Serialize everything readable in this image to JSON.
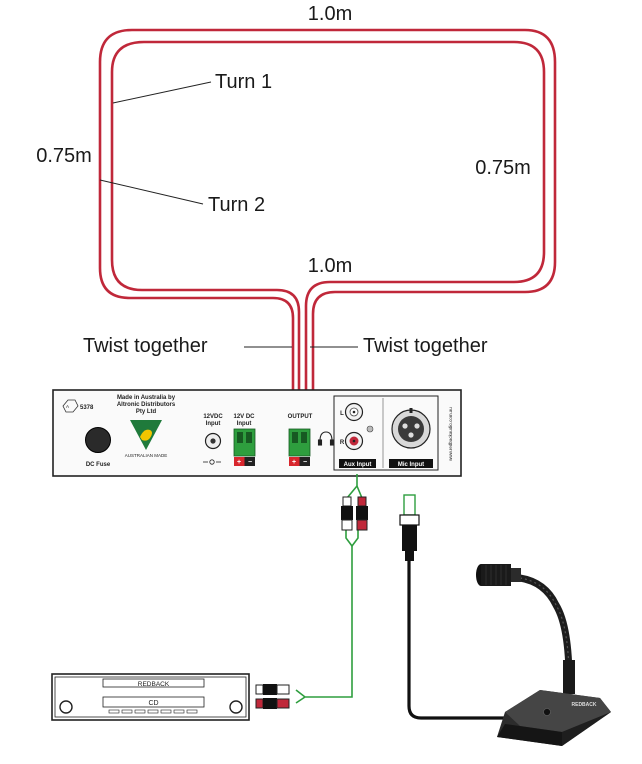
{
  "loop": {
    "top_length": "1.0m",
    "inner_length": "1.0m",
    "left_length": "0.75m",
    "right_length": "0.75m",
    "turn1_label": "Turn 1",
    "turn2_label": "Turn 2",
    "twist_left_label": "Twist together",
    "twist_right_label": "Twist together",
    "wire_color": "#c0283a"
  },
  "amplifier": {
    "cert_number": "5378",
    "made_in_line1": "Made in Australia by",
    "made_in_line2": "Altronic Distributors",
    "made_in_line3": "Pty Ltd",
    "aus_made_text": "AUSTRALIAN MADE",
    "fuse_label": "DC Fuse",
    "dc_input_line1": "12VDC",
    "dc_input_line2": "Input",
    "dc_term_line1": "12V DC",
    "dc_term_line2": "Input",
    "output_label": "OUTPUT",
    "aux_label": "Aux Input",
    "mic_label": "Mic Input",
    "aux_l": "L",
    "aux_r": "R",
    "website": "www.redbackaudio.com.au",
    "terminal_color": "#2e9e3e",
    "rca_l_color": "#dddddd",
    "rca_r_color": "#c0283a"
  },
  "cd_player": {
    "brand": "REDBACK",
    "tray_label": "CD"
  },
  "microphone": {
    "brand": "REDBACK"
  },
  "cable_colors": {
    "aux_cable": "#2e9e3e",
    "mic_cable": "#111111"
  }
}
